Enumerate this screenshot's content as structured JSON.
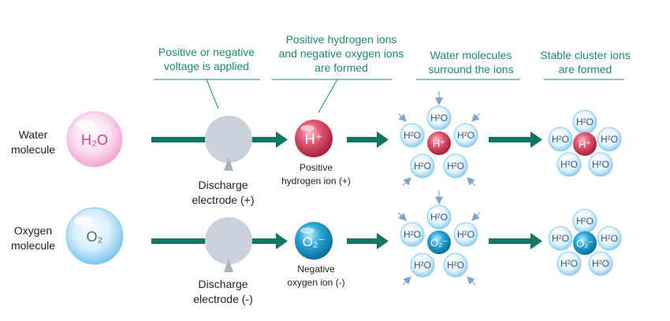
{
  "headers": {
    "voltage": [
      "Positive or negative",
      "voltage is applied"
    ],
    "ions_formed": [
      "Positive hydrogen ions",
      "and negative oxygen ions",
      "are formed"
    ],
    "surround": [
      "Water molecules",
      "surround the ions"
    ],
    "stable": [
      "Stable cluster ions",
      "are formed"
    ]
  },
  "rows": [
    {
      "label": [
        "Water",
        "molecule"
      ],
      "molecule_text": "H₂O",
      "electrode_label": [
        "Discharge",
        "electrode (+)"
      ],
      "ion_text": "H⁺",
      "ion_label": [
        "Positive",
        "hydrogen ion (+)"
      ]
    },
    {
      "label": [
        "Oxygen",
        "molecule"
      ],
      "molecule_text": "O₂",
      "electrode_label": [
        "Discharge",
        "electrode (-)"
      ],
      "ion_text": "O₂⁻",
      "ion_label": [
        "Negative",
        "oxygen ion (-)"
      ]
    }
  ],
  "cluster_molecule_text": "H²O",
  "colors": {
    "accent_teal": "#1c8a78",
    "arrow": "#137566",
    "water_pink": "#f4a9d6",
    "oxygen_blue": "#7cc7ef",
    "hydrogen_ion": "#d94766",
    "oxygen_ion": "#1f98c9",
    "electrode_gray": "#c9d2db"
  }
}
